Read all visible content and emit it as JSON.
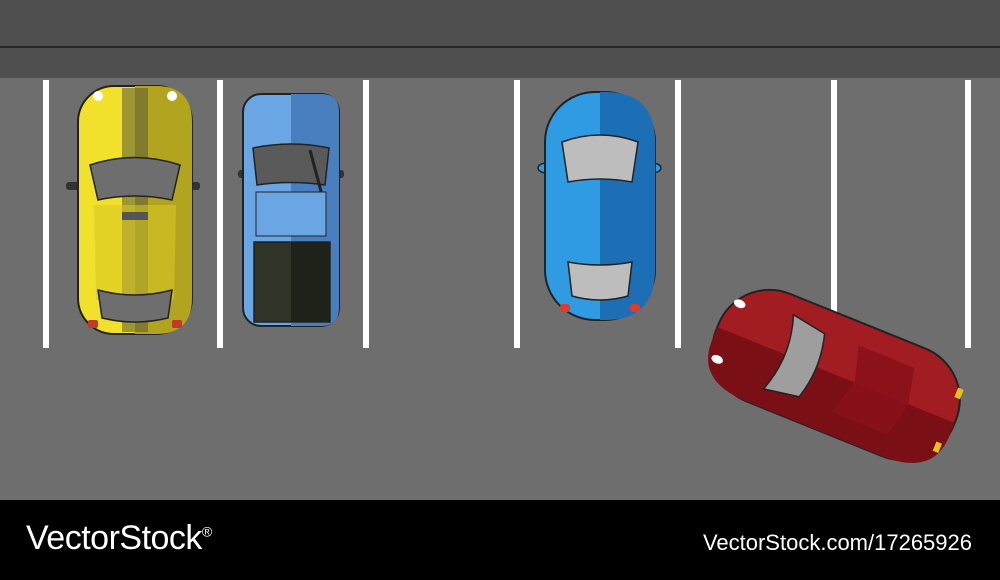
{
  "colors": {
    "asphalt": "#6e6e6e",
    "road": "#4f4f4f",
    "road_line": "#262626",
    "parking_line": "#ffffff",
    "footer": "#000000",
    "yellow_car": "#f2e12b",
    "pickup": "#4a90d9",
    "blue_car": "#2f9be3",
    "red_car": "#a11d22"
  },
  "scene": {
    "cars": [
      {
        "name": "yellow-hatchback",
        "color": "#f2e12b",
        "shade": "#b3a41f",
        "orientation": "front-up"
      },
      {
        "name": "blue-pickup-truck",
        "color": "#6aa6e4",
        "shade": "#4a7fbf",
        "orientation": "front-up"
      },
      {
        "name": "blue-beetle-car",
        "color": "#2f9be3",
        "shade": "#1d6fb5",
        "orientation": "front-up"
      },
      {
        "name": "red-sports-car",
        "color": "#a11d22",
        "shade": "#7a0f16",
        "orientation": "angled-left"
      }
    ]
  },
  "footer": {
    "brand": "VectorStock",
    "brand_mark": "®",
    "stock_id": "VectorStock.com/17265926"
  }
}
